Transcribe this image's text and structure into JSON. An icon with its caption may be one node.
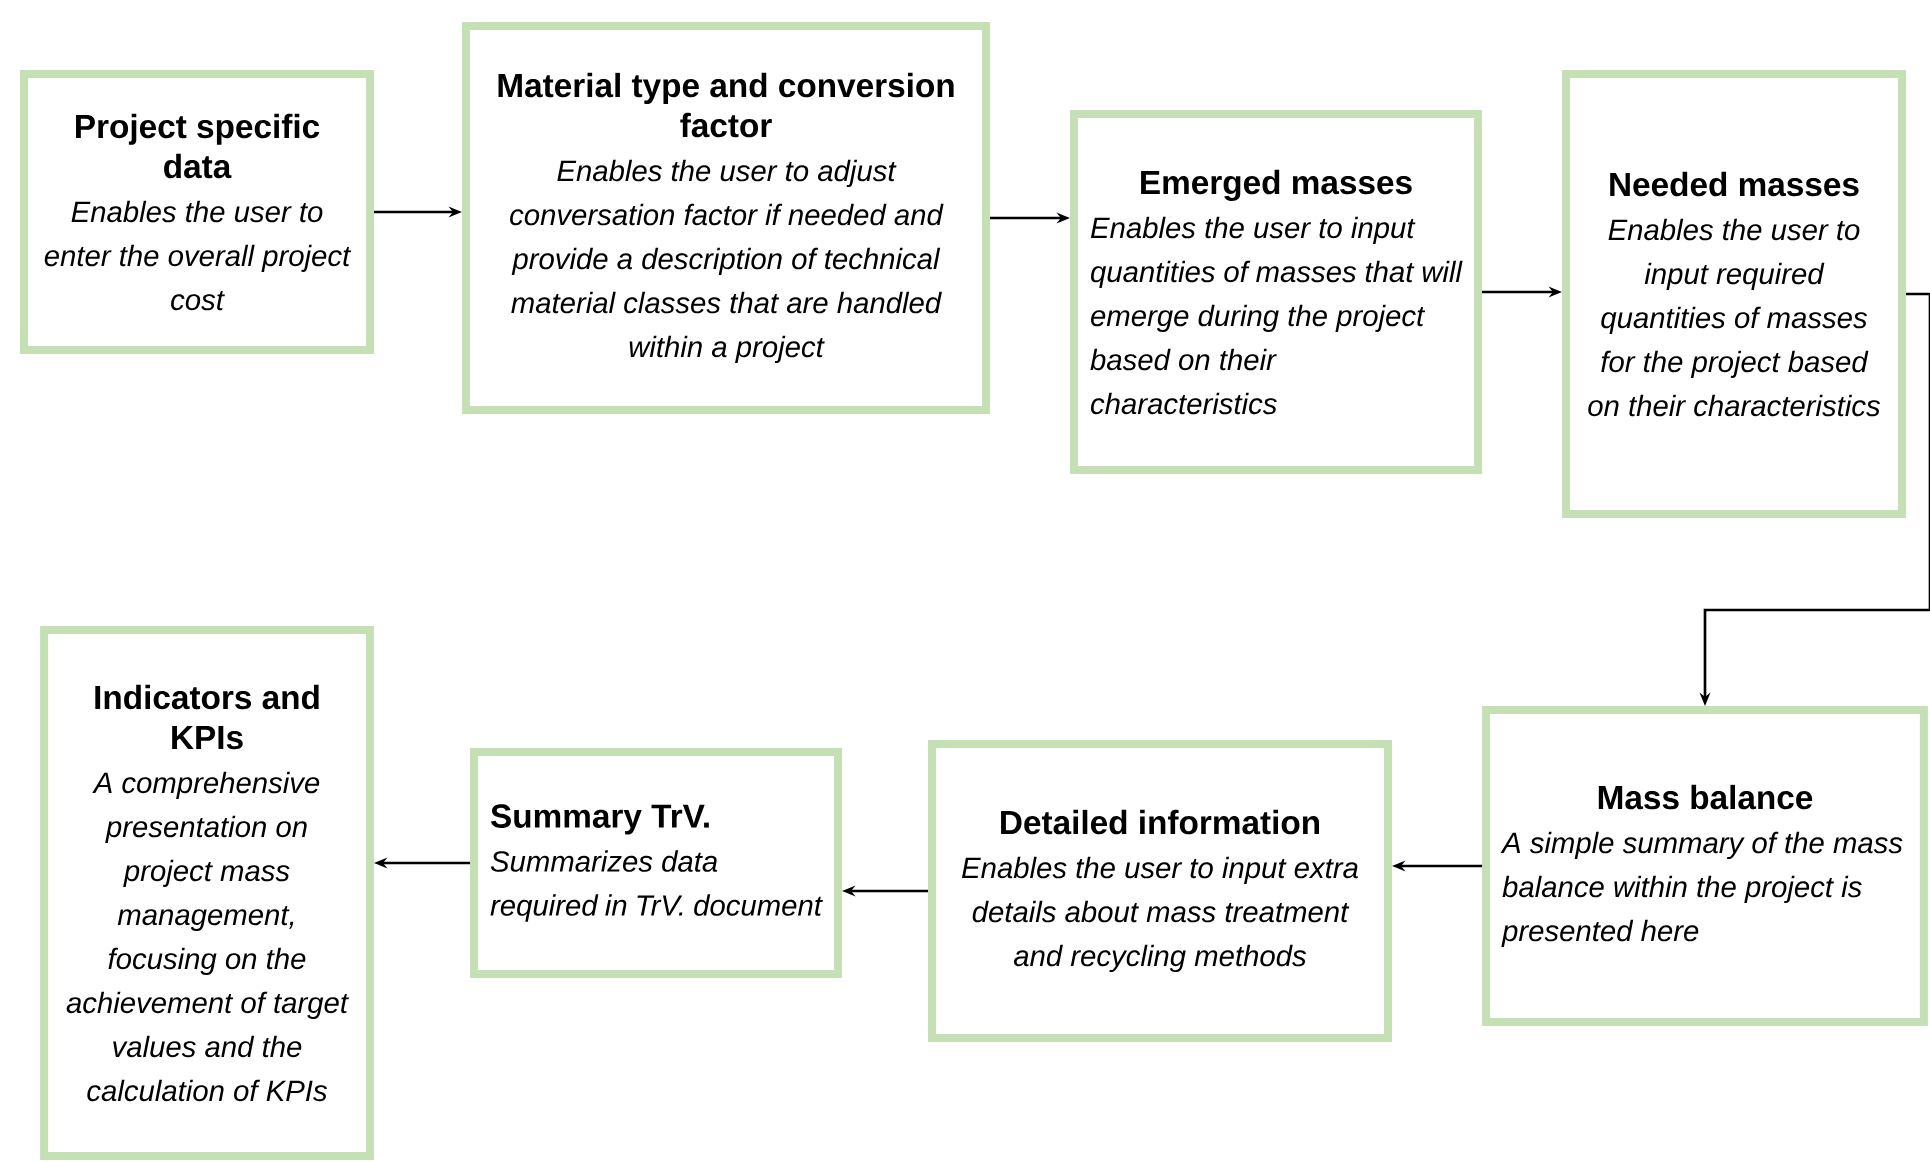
{
  "diagram": {
    "nodes": [
      {
        "text": [
          "Project specific data",
          "Enables the user to enter the overall project cost"
        ]
      },
      {
        "text": [
          "Material type and conversion factor",
          "Enables the user to adjust conversation factor if needed and provide a description of technical material classes that are handled within a project"
        ]
      },
      {
        "text": [
          "Emerged masses",
          "Enables the user to input quantities of masses that will emerge during the project based on their characteristics"
        ]
      },
      {
        "text": [
          "Needed masses",
          "Enables the user to input required quantities of masses for the project based on their characteristics"
        ]
      },
      {
        "text": [
          "Mass balance",
          "A simple summary of the mass balance within the project is presented here"
        ]
      },
      {
        "text": [
          "Detailed information",
          "Enables the user to input extra details about mass treatment and recycling methods"
        ]
      },
      {
        "text": [
          "Summary TrV.",
          "Summarizes data required in TrV. document"
        ]
      },
      {
        "text": [
          "Indicators and KPIs",
          "A comprehensive presentation on project mass management, focusing on the achievement of target values and the calculation of KPIs"
        ]
      }
    ],
    "edges": [
      {
        "from": 0,
        "to": 1,
        "arrow": "to"
      },
      {
        "from": 1,
        "to": 2,
        "arrow": "to"
      },
      {
        "from": 2,
        "to": 3,
        "arrow": "to"
      },
      {
        "from": 3,
        "to": 4,
        "arrow": "to"
      },
      {
        "from": 4,
        "to": 5,
        "arrow": "to"
      },
      {
        "from": 5,
        "to": 6,
        "arrow": "to"
      },
      {
        "from": 6,
        "to": 7,
        "arrow": "to"
      }
    ]
  }
}
